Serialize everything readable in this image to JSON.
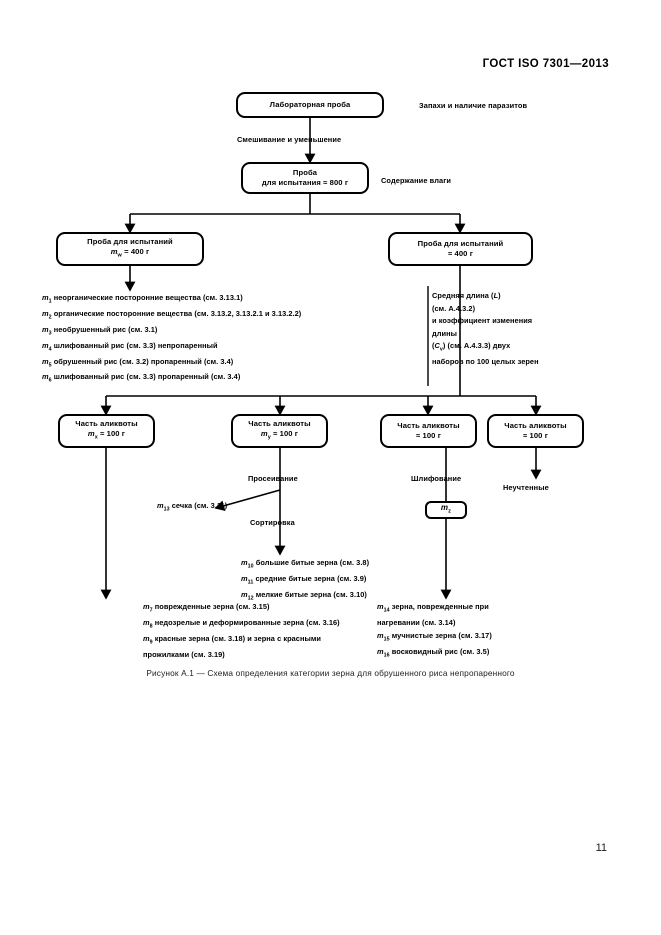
{
  "header": {
    "standard": "ГОСТ ISO 7301—2013"
  },
  "page": {
    "number": "11"
  },
  "caption": "Рисунок А.1 — Схема определения категории зерна для обрушенного риса непропаренного",
  "nodes": {
    "laboratory_sample": "Лабораторная проба",
    "test_sample_line1": "Проба",
    "test_sample_line2": "для испытания ≈ 800 г",
    "test_portion_mw_line1": "Проба для испытаний",
    "test_portion_mw_line2": "mw = 400 г",
    "test_portion_400_line1": "Проба для испытаний",
    "test_portion_400_line2": "≈ 400 г",
    "aliquot_mx_line1": "Часть аликвоты",
    "aliquot_mx_line2": "mx ≈ 100 г",
    "aliquot_my_line1": "Часть аликвоты",
    "aliquot_my_line2": "my ≈ 100 г",
    "aliquot_3_line1": "Часть аликвоты",
    "aliquot_3_line2": "≈ 100 г",
    "aliquot_4_line1": "Часть аликвоты",
    "aliquot_4_line2": "≈ 100 г",
    "mz_box": "mz"
  },
  "labels": {
    "parasites": "Запахи и наличие паразитов",
    "mixing": "Смешивание и уменьшение",
    "moisture": "Содержание влаги",
    "sieving": "Просеивание",
    "sorting": "Сортировка",
    "polishing": "Шлифование",
    "unaccounted": "Неучтенные"
  },
  "lists": {
    "m1_m6": [
      "m1 неорганические посторонние вещества (см. 3.13.1)",
      "m2 органические посторонние вещества (см. 3.13.2, 3.13.2.1 и 3.13.2.2)",
      "m3 необрушенный рис (см. 3.1)",
      "m4 шлифованный рис (см. 3.3) непропаренный",
      "m5 обрушенный рис (см. 3.2) пропаренный (см. 3.4)",
      "m6 шлифованный рис (см. 3.3) пропаренный (см. 3.4)"
    ],
    "length": [
      "Средняя длина (L)",
      "(см. А.4.3.2)",
      "и коэффициент изменения",
      "длины",
      "(Cv) (см. А.4.3.3) двух",
      "наборов по 100 целых зерен"
    ],
    "m13": [
      "m13 сечка (см. 3.11)"
    ],
    "m10_m12": [
      "m10 большие битые зерна (см. 3.8)",
      "m11 средние битые зерна (см. 3.9)",
      "m12 мелкие битые зерна (см. 3.10)"
    ],
    "m7_m9": [
      "m7 поврежденные зерна (см. 3.15)",
      "m8 недозрелые и деформированные зерна (см. 3.16)",
      "m9 красные зерна (см. 3.18) и зерна с красными",
      "прожилками (см. 3.19)"
    ],
    "m14_m16": [
      "m14 зерна, поврежденные при",
      "нагревании (см. 3.14)",
      "m15 мучнистые зерна (см. 3.17)",
      "m16 восковидный рис (см. 3.5)"
    ]
  }
}
